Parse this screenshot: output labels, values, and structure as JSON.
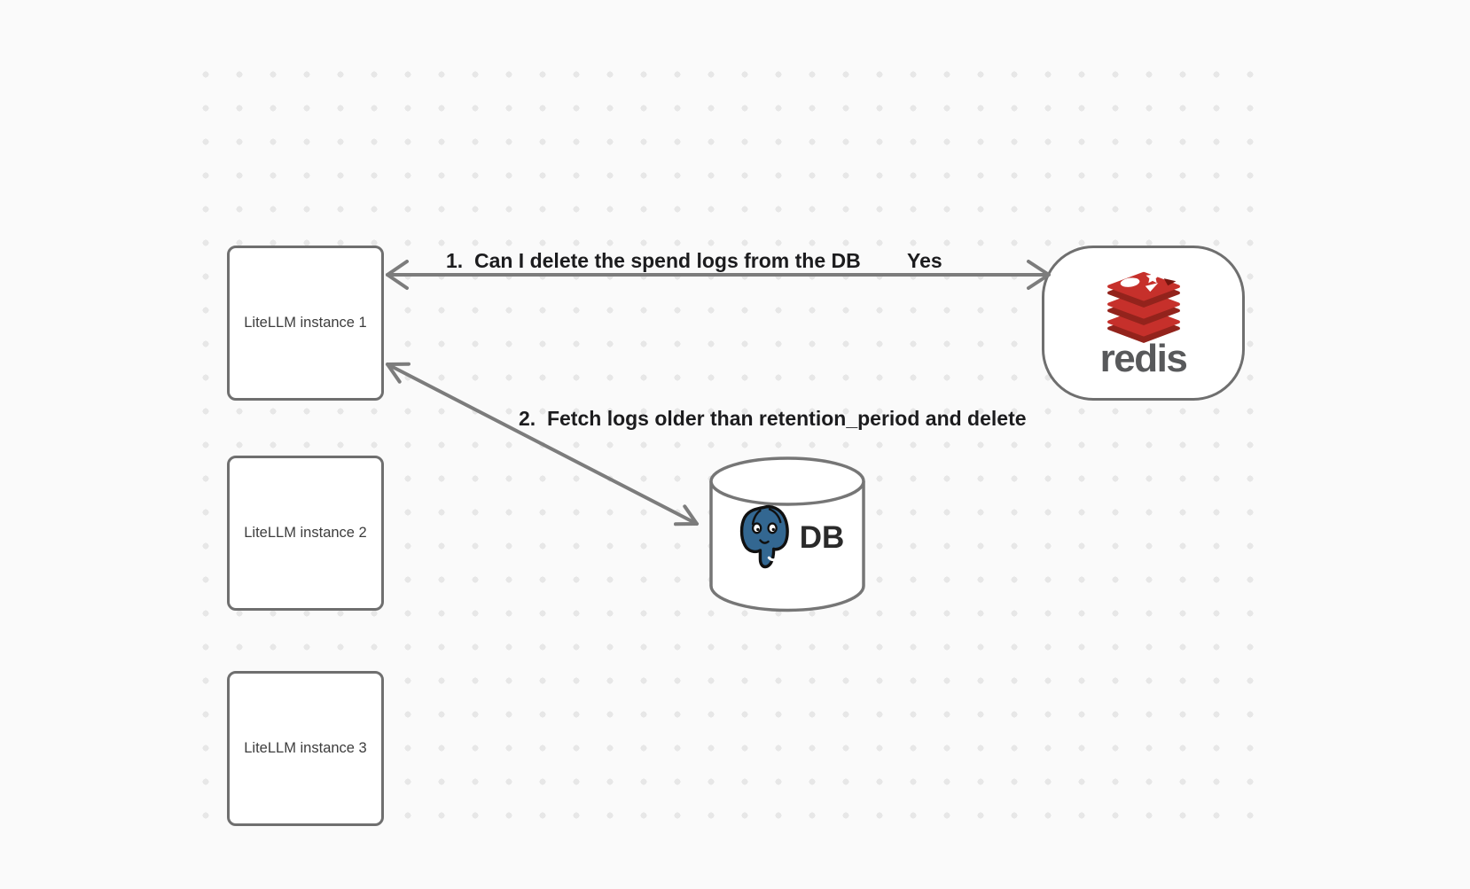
{
  "colors": {
    "background": "#fafafa",
    "grid_dot": "#e7e7e7",
    "shape_border": "#6f6f6f",
    "arrow": "#7c7c7c",
    "annotation_text": "#1c1c1e",
    "node_label_text": "#3d3d3d",
    "redis_red": "#c6302b",
    "redis_red_dark": "#93231c",
    "redis_wordmark_gray": "#58595b",
    "postgres_blue": "#336791"
  },
  "nodes": {
    "instances": [
      {
        "label": "LiteLLM instance 1"
      },
      {
        "label": "LiteLLM instance 2"
      },
      {
        "label": "LiteLLM instance 3"
      }
    ],
    "redis": {
      "wordmark": "redis",
      "icon": "redis-stack-icon"
    },
    "database": {
      "label": "DB",
      "icon": "postgresql-elephant-icon"
    }
  },
  "arrows": [
    {
      "id": "arrow-1",
      "from": "LiteLLM instance 1",
      "to": "redis",
      "direction": "double",
      "label": "1.  Can I delete the spend logs from the DB",
      "response_label": "Yes"
    },
    {
      "id": "arrow-2",
      "from": "LiteLLM instance 1",
      "to": "DB",
      "direction": "double",
      "label": "2.  Fetch logs older than retention_period and delete"
    }
  ]
}
